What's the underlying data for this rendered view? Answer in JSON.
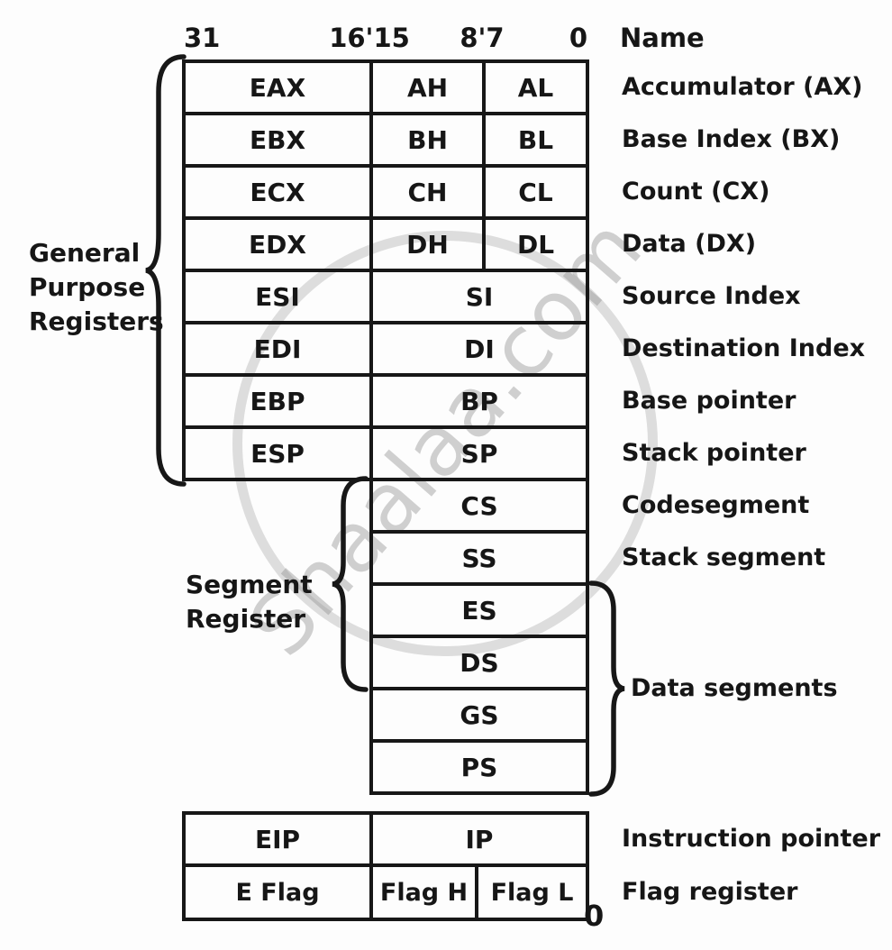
{
  "bit_ruler": {
    "b31": "31",
    "b16_15": "16'15",
    "b8_7": "8'7",
    "b0": "0",
    "name_header": "Name",
    "bottom_zero": "0"
  },
  "groups": {
    "general_purpose": {
      "line1": "General",
      "line2": "Purpose",
      "line3": "Registers"
    },
    "segment": {
      "line1": "Segment",
      "line2": "Register"
    },
    "data_segments_label": "Data segments"
  },
  "registers": [
    {
      "e": "EAX",
      "h": "AH",
      "l": "AL",
      "name": "Accumulator (AX)"
    },
    {
      "e": "EBX",
      "h": "BH",
      "l": "BL",
      "name": "Base Index (BX)"
    },
    {
      "e": "ECX",
      "h": "CH",
      "l": "CL",
      "name": "Count (CX)"
    },
    {
      "e": "EDX",
      "h": "DH",
      "l": "DL",
      "name": "Data (DX)"
    },
    {
      "e": "ESI",
      "x": "SI",
      "name": "Source Index"
    },
    {
      "e": "EDI",
      "x": "DI",
      "name": "Destination Index"
    },
    {
      "e": "EBP",
      "x": "BP",
      "name": "Base pointer"
    },
    {
      "e": "ESP",
      "x": "SP",
      "name": "Stack pointer"
    }
  ],
  "segment_registers": [
    {
      "code": "CS",
      "name": "Codesegment"
    },
    {
      "code": "SS",
      "name": "Stack segment"
    },
    {
      "code": "ES"
    },
    {
      "code": "DS"
    },
    {
      "code": "GS"
    },
    {
      "code": "PS"
    }
  ],
  "instruction_pointer": {
    "e": "EIP",
    "x": "IP",
    "name": "Instruction pointer"
  },
  "flag": {
    "e": "E Flag",
    "h": "Flag H",
    "l": "Flag L",
    "name": "Flag register"
  },
  "watermark": "Shaalaa.com"
}
